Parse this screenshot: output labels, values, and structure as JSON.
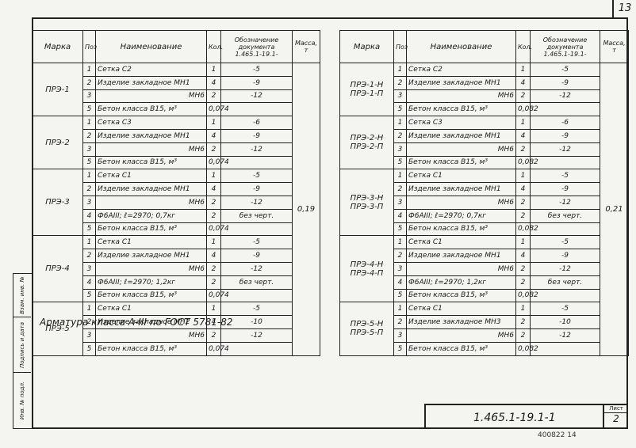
{
  "page_number": "13",
  "headers": {
    "mark": "Марка",
    "pos": "Поз",
    "name": "Наименование",
    "qty": "Кол.",
    "doc": "Обозначение документа",
    "mass": "Масса, т"
  },
  "doc_series_left": "1.465.1-19.1-",
  "doc_series_right": "1.465.1-19.1-",
  "left_groups": [
    {
      "mark": "ПРЭ-1",
      "rows": [
        {
          "pos": "1",
          "name": "Сетка С2",
          "qty": "1",
          "ref": "-5"
        },
        {
          "pos": "2",
          "name": "Изделие закладное МН1",
          "qty": "4",
          "ref": "-9"
        },
        {
          "pos": "3",
          "name": "МН6",
          "qty": "2",
          "ref": "-12"
        },
        {
          "pos": "5",
          "name": "Бетон класса В15, м³",
          "qty": "0,074",
          "ref": ""
        }
      ]
    },
    {
      "mark": "ПРЭ-2",
      "rows": [
        {
          "pos": "1",
          "name": "Сетка С3",
          "qty": "1",
          "ref": "-6"
        },
        {
          "pos": "2",
          "name": "Изделие закладное МН1",
          "qty": "4",
          "ref": "-9"
        },
        {
          "pos": "3",
          "name": "МН6",
          "qty": "2",
          "ref": "-12"
        },
        {
          "pos": "5",
          "name": "Бетон класса В15, м³",
          "qty": "0,074",
          "ref": ""
        }
      ]
    },
    {
      "mark": "ПРЭ-3",
      "rows": [
        {
          "pos": "1",
          "name": "Сетка С1",
          "qty": "1",
          "ref": "-5"
        },
        {
          "pos": "2",
          "name": "Изделие закладное МН1",
          "qty": "4",
          "ref": "-9"
        },
        {
          "pos": "3",
          "name": "МН6",
          "qty": "2",
          "ref": "-12"
        },
        {
          "pos": "4",
          "name": "Ф6АIII; ℓ=2970; 0,7кг",
          "qty": "2",
          "ref": "без черт."
        },
        {
          "pos": "5",
          "name": "Бетон класса В15, м³",
          "qty": "0,074",
          "ref": ""
        }
      ]
    },
    {
      "mark": "ПРЭ-4",
      "rows": [
        {
          "pos": "1",
          "name": "Сетка С1",
          "qty": "1",
          "ref": "-5"
        },
        {
          "pos": "2",
          "name": "Изделие закладное МН1",
          "qty": "4",
          "ref": "-9"
        },
        {
          "pos": "3",
          "name": "МН6",
          "qty": "2",
          "ref": "-12"
        },
        {
          "pos": "4",
          "name": "Ф6АIII; ℓ=2970; 1,2кг",
          "qty": "2",
          "ref": "без черт."
        },
        {
          "pos": "5",
          "name": "Бетон класса В15, м³",
          "qty": "0,074",
          "ref": ""
        }
      ]
    },
    {
      "mark": "ПРЭ-5",
      "rows": [
        {
          "pos": "1",
          "name": "Сетка С1",
          "qty": "1",
          "ref": "-5"
        },
        {
          "pos": "2",
          "name": "Изделие закладное МН2",
          "qty": "4",
          "ref": "-10"
        },
        {
          "pos": "3",
          "name": "МН6",
          "qty": "2",
          "ref": "-12"
        },
        {
          "pos": "5",
          "name": "Бетон класса В15, м³",
          "qty": "0,074",
          "ref": ""
        }
      ]
    }
  ],
  "left_mass": "0,19",
  "right_groups": [
    {
      "mark": "ПРЭ-1-Н\nПРЭ-1-П",
      "rows": [
        {
          "pos": "1",
          "name": "Сетка С2",
          "qty": "1",
          "ref": "-5"
        },
        {
          "pos": "2",
          "name": "Изделие закладное МН1",
          "qty": "4",
          "ref": "-9"
        },
        {
          "pos": "3",
          "name": "МН6",
          "qty": "2",
          "ref": "-12"
        },
        {
          "pos": "5",
          "name": "Бетон класса В15, м³",
          "qty": "0,082",
          "ref": ""
        }
      ]
    },
    {
      "mark": "ПРЭ-2-Н\nПРЭ-2-П",
      "rows": [
        {
          "pos": "1",
          "name": "Сетка С3",
          "qty": "1",
          "ref": "-6"
        },
        {
          "pos": "2",
          "name": "Изделие закладное МН1",
          "qty": "4",
          "ref": "-9"
        },
        {
          "pos": "3",
          "name": "МН6",
          "qty": "2",
          "ref": "-12"
        },
        {
          "pos": "5",
          "name": "Бетон класса В15, м³",
          "qty": "0,082",
          "ref": ""
        }
      ]
    },
    {
      "mark": "ПРЭ-3-Н\nПРЭ-3-П",
      "rows": [
        {
          "pos": "1",
          "name": "Сетка С1",
          "qty": "1",
          "ref": "-5"
        },
        {
          "pos": "2",
          "name": "Изделие закладное МН1",
          "qty": "4",
          "ref": "-9"
        },
        {
          "pos": "3",
          "name": "МН6",
          "qty": "2",
          "ref": "-12"
        },
        {
          "pos": "4",
          "name": "Ф6АIII; ℓ=2970; 0,7кг",
          "qty": "2",
          "ref": "без черт."
        },
        {
          "pos": "5",
          "name": "Бетон класса В15, м³",
          "qty": "0,082",
          "ref": ""
        }
      ]
    },
    {
      "mark": "ПРЭ-4-Н\nПРЭ-4-П",
      "rows": [
        {
          "pos": "1",
          "name": "Сетка С1",
          "qty": "1",
          "ref": "-5"
        },
        {
          "pos": "2",
          "name": "Изделие закладное МН1",
          "qty": "4",
          "ref": "-9"
        },
        {
          "pos": "3",
          "name": "МН6",
          "qty": "2",
          "ref": "-12"
        },
        {
          "pos": "4",
          "name": "Ф6АIII; ℓ=2970; 1,2кг",
          "qty": "2",
          "ref": "без черт."
        },
        {
          "pos": "5",
          "name": "Бетон класса В15, м³",
          "qty": "0,082",
          "ref": ""
        }
      ]
    },
    {
      "mark": "ПРЭ-5-Н\nПРЭ-5-П",
      "rows": [
        {
          "pos": "1",
          "name": "Сетка С1",
          "qty": "1",
          "ref": "-5"
        },
        {
          "pos": "2",
          "name": "Изделие закладное МН3",
          "qty": "2",
          "ref": "-10"
        },
        {
          "pos": "3",
          "name": "МН6",
          "qty": "2",
          "ref": "-12"
        },
        {
          "pos": "5",
          "name": "Бетон класса В15, м³",
          "qty": "0,082",
          "ref": ""
        }
      ]
    }
  ],
  "right_mass": "0,21",
  "note": "Арматура класса А-III по ГОСТ 5781-82",
  "stamp_code": "1.465.1-19.1-1",
  "sheet_label": "Лист",
  "sheet_number": "2",
  "inventory": "400822 14",
  "sidebar_labels": [
    "Взам. инв. №",
    "Подпись и дата",
    "Инв. № подл."
  ]
}
